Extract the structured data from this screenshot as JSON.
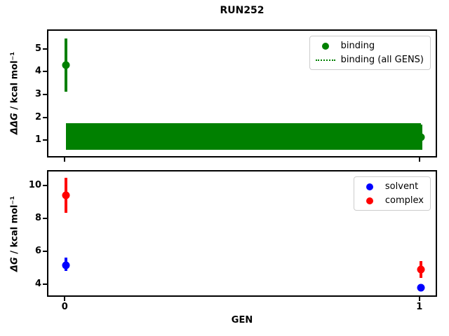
{
  "figure": {
    "title": "RUN252",
    "xlabel": "GEN",
    "background": "#ffffff",
    "text_color": "#000000"
  },
  "chart_data": [
    {
      "type": "scatter",
      "name": "binding-panel",
      "ylabel_math": "ΔΔG",
      "ylabel_units": " / kcal mol⁻¹",
      "xlim": [
        -0.05,
        1.05
      ],
      "ylim": [
        0.25,
        5.85
      ],
      "yticks": [
        1,
        2,
        3,
        4,
        5
      ],
      "xticks": [
        0,
        1
      ],
      "xtick_labels_visible": false,
      "grid": false,
      "series": [
        {
          "name": "binding",
          "color": "#008000",
          "marker": "circle",
          "x": [
            0,
            1
          ],
          "y": [
            4.35,
            1.2
          ],
          "yerr_lo": [
            3.2,
            0.65
          ],
          "yerr_hi": [
            5.5,
            1.75
          ]
        }
      ],
      "band": {
        "name": "binding (all GENS)",
        "color": "#008000",
        "line_style": "dotted",
        "x": [
          0,
          1
        ],
        "lo": 0.65,
        "hi": 1.8,
        "center": 1.25
      },
      "legend": {
        "position": "upper right",
        "items": [
          {
            "label": "binding",
            "glyph": "circle",
            "color": "#008000"
          },
          {
            "label": "binding (all GENS)",
            "glyph": "dotted-line",
            "color": "#008000"
          }
        ]
      }
    },
    {
      "type": "scatter",
      "name": "dg-panel",
      "ylabel_math": "ΔG",
      "ylabel_units": " / kcal mol⁻¹",
      "xlabel": "GEN",
      "xlim": [
        -0.05,
        1.05
      ],
      "ylim": [
        3.25,
        10.95
      ],
      "yticks": [
        4,
        6,
        8,
        10
      ],
      "xticks": [
        0,
        1
      ],
      "xtick_labels_visible": true,
      "grid": false,
      "series": [
        {
          "name": "solvent",
          "color": "#0000ff",
          "marker": "circle",
          "x": [
            0,
            1
          ],
          "y": [
            5.25,
            3.9
          ],
          "yerr_lo": [
            4.9,
            3.75
          ],
          "yerr_hi": [
            5.7,
            4.05
          ]
        },
        {
          "name": "complex",
          "color": "#ff0000",
          "marker": "circle",
          "x": [
            0,
            1
          ],
          "y": [
            9.5,
            5.0
          ],
          "yerr_lo": [
            8.45,
            4.5
          ],
          "yerr_hi": [
            10.55,
            5.5
          ]
        }
      ],
      "legend": {
        "position": "upper right",
        "items": [
          {
            "label": "solvent",
            "glyph": "circle",
            "color": "#0000ff"
          },
          {
            "label": "complex",
            "glyph": "circle",
            "color": "#ff0000"
          }
        ]
      }
    }
  ]
}
